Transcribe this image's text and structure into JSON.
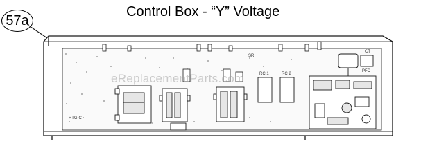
{
  "title": "Control Box - “Y” Voltage",
  "callout": {
    "label": "57a"
  },
  "watermark": "eReplacementParts.com",
  "labels": {
    "left_board": "RTG-C",
    "relay_1": "RC 1",
    "relay_2": "RC 2",
    "cap": "CT",
    "pfc": "PFC",
    "sensor": "SR"
  },
  "colors": {
    "line": "#1a1a1a",
    "fill": "#ffffff",
    "component": "#dddddd",
    "dots": "#888888"
  }
}
